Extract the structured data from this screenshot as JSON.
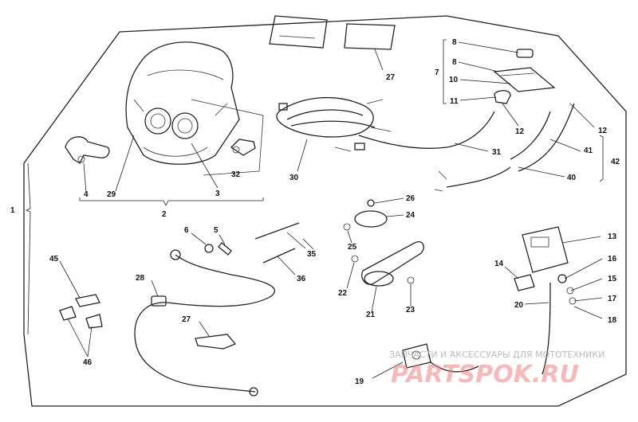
{
  "labels": {
    "l1": "1",
    "l2": "2",
    "l3": "3",
    "l4": "4",
    "l5": "5",
    "l6": "6",
    "l7": "7",
    "l8a": "8",
    "l8b": "8",
    "l10": "10",
    "l11": "11",
    "l12a": "12",
    "l12b": "12",
    "l13": "13",
    "l14": "14",
    "l15": "15",
    "l16": "16",
    "l17": "17",
    "l18": "18",
    "l19": "19",
    "l20": "20",
    "l21": "21",
    "l22": "22",
    "l23": "23",
    "l24": "24",
    "l25": "25",
    "l26": "26",
    "l27": "27",
    "l27b": "27",
    "l28": "28",
    "l29": "29",
    "l30": "30",
    "l31": "31",
    "l32": "32",
    "l35": "35",
    "l36": "36",
    "l40": "40",
    "l41": "41",
    "l42": "42",
    "l45": "45",
    "l46": "46"
  },
  "watermark": {
    "text": "ЗАПЧАСТИ И АКСЕССУАРЫ ДЛЯ МОТОТЕХНИКИ",
    "brand": "PARTSPOK.RU"
  }
}
